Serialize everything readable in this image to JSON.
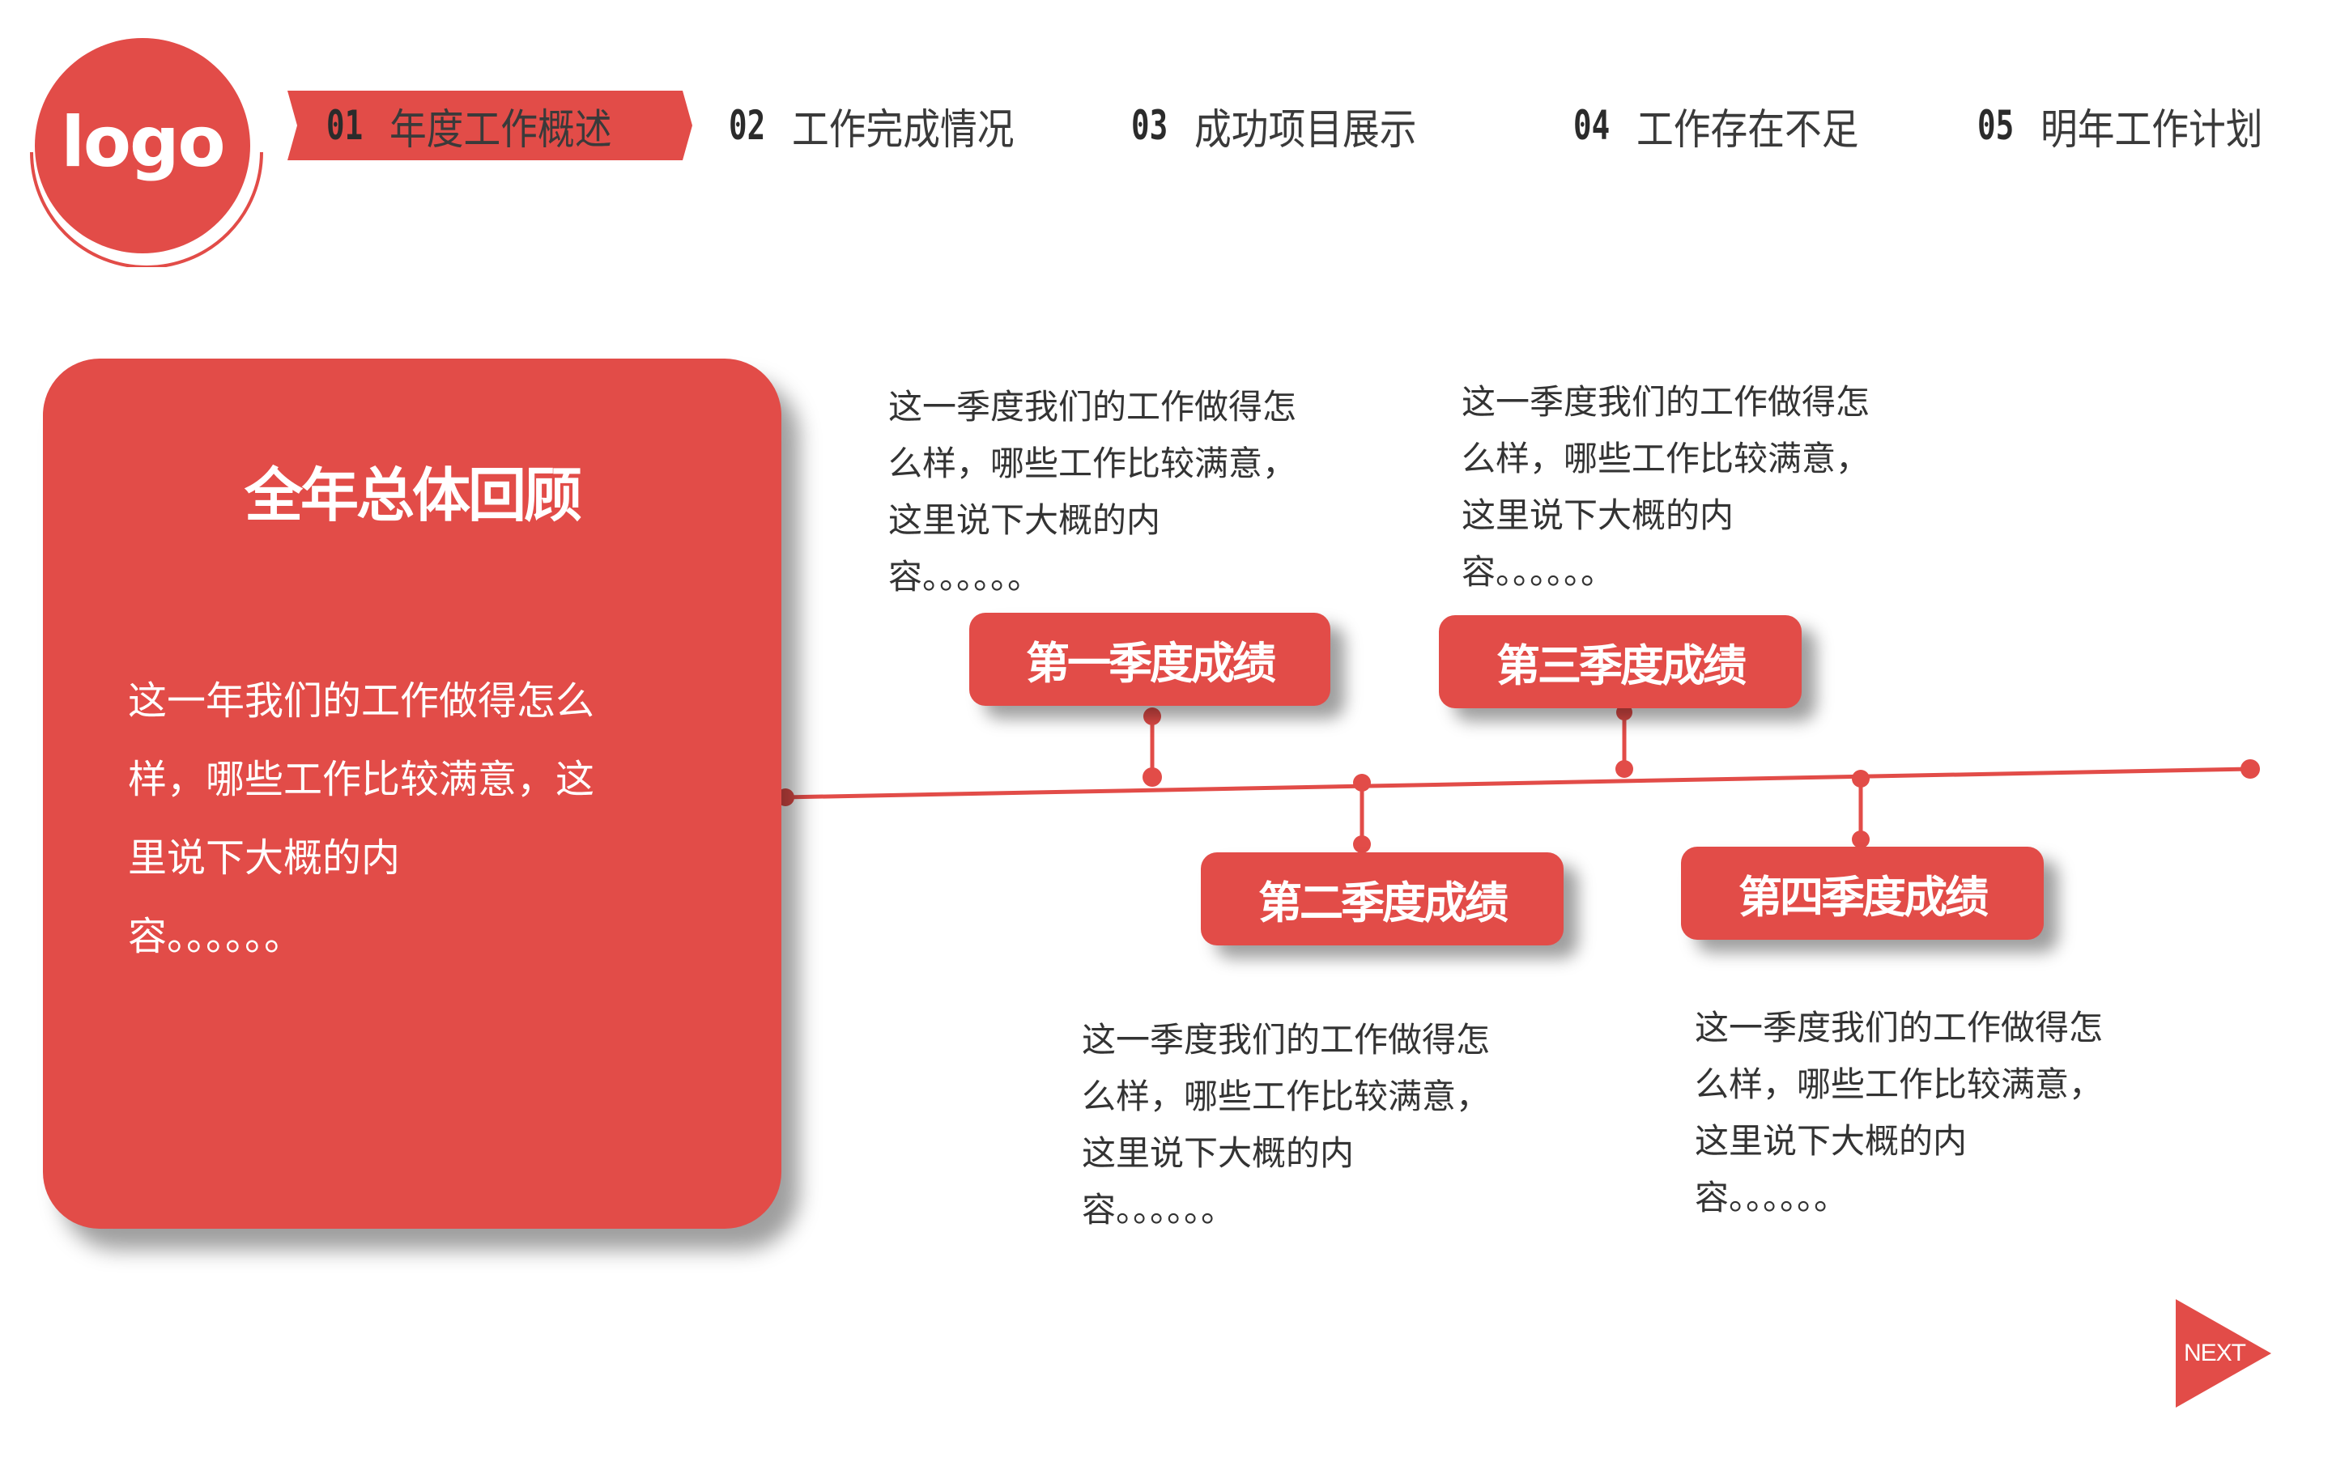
{
  "logo": {
    "text": "logo"
  },
  "nav": {
    "items": [
      {
        "num": "01",
        "label": "年度工作概述",
        "active": true
      },
      {
        "num": "02",
        "label": "工作完成情况",
        "active": false
      },
      {
        "num": "03",
        "label": "成功项目展示",
        "active": false
      },
      {
        "num": "04",
        "label": "工作存在不足",
        "active": false
      },
      {
        "num": "05",
        "label": "明年工作计划",
        "active": false
      }
    ]
  },
  "summary": {
    "title": "全年总体回顾",
    "body": "这一年我们的工作做得怎么样，哪些工作比较满意，这里说下大概的内容。。。。。。",
    "lines": [
      "这一年我们的工作做得怎么",
      "样，哪些工作比较满意，这",
      "里说下大概的内",
      "容。。。。。。"
    ]
  },
  "quarters": [
    {
      "label": "第一季度成绩",
      "lines": [
        "这一季度我们的工作做得怎",
        "么样，哪些工作比较满意，",
        "这里说下大概的内",
        "容。。。。。。"
      ]
    },
    {
      "label": "第二季度成绩",
      "lines": [
        "这一季度我们的工作做得怎",
        "么样，哪些工作比较满意，",
        "这里说下大概的内",
        "容。。。。。。"
      ]
    },
    {
      "label": "第三季度成绩",
      "lines": [
        "这一季度我们的工作做得怎",
        "么样，哪些工作比较满意，",
        "这里说下大概的内",
        "容。。。。。。"
      ]
    },
    {
      "label": "第四季度成绩",
      "lines": [
        "这一季度我们的工作做得怎",
        "么样，哪些工作比较满意，",
        "这里说下大概的内",
        "容。。。。。。"
      ]
    }
  ],
  "next": {
    "label": "NEXT"
  },
  "colors": {
    "accent": "#E24C48",
    "text_dark": "#333333",
    "nav_num": "#2b2b2b",
    "background": "#ffffff"
  }
}
